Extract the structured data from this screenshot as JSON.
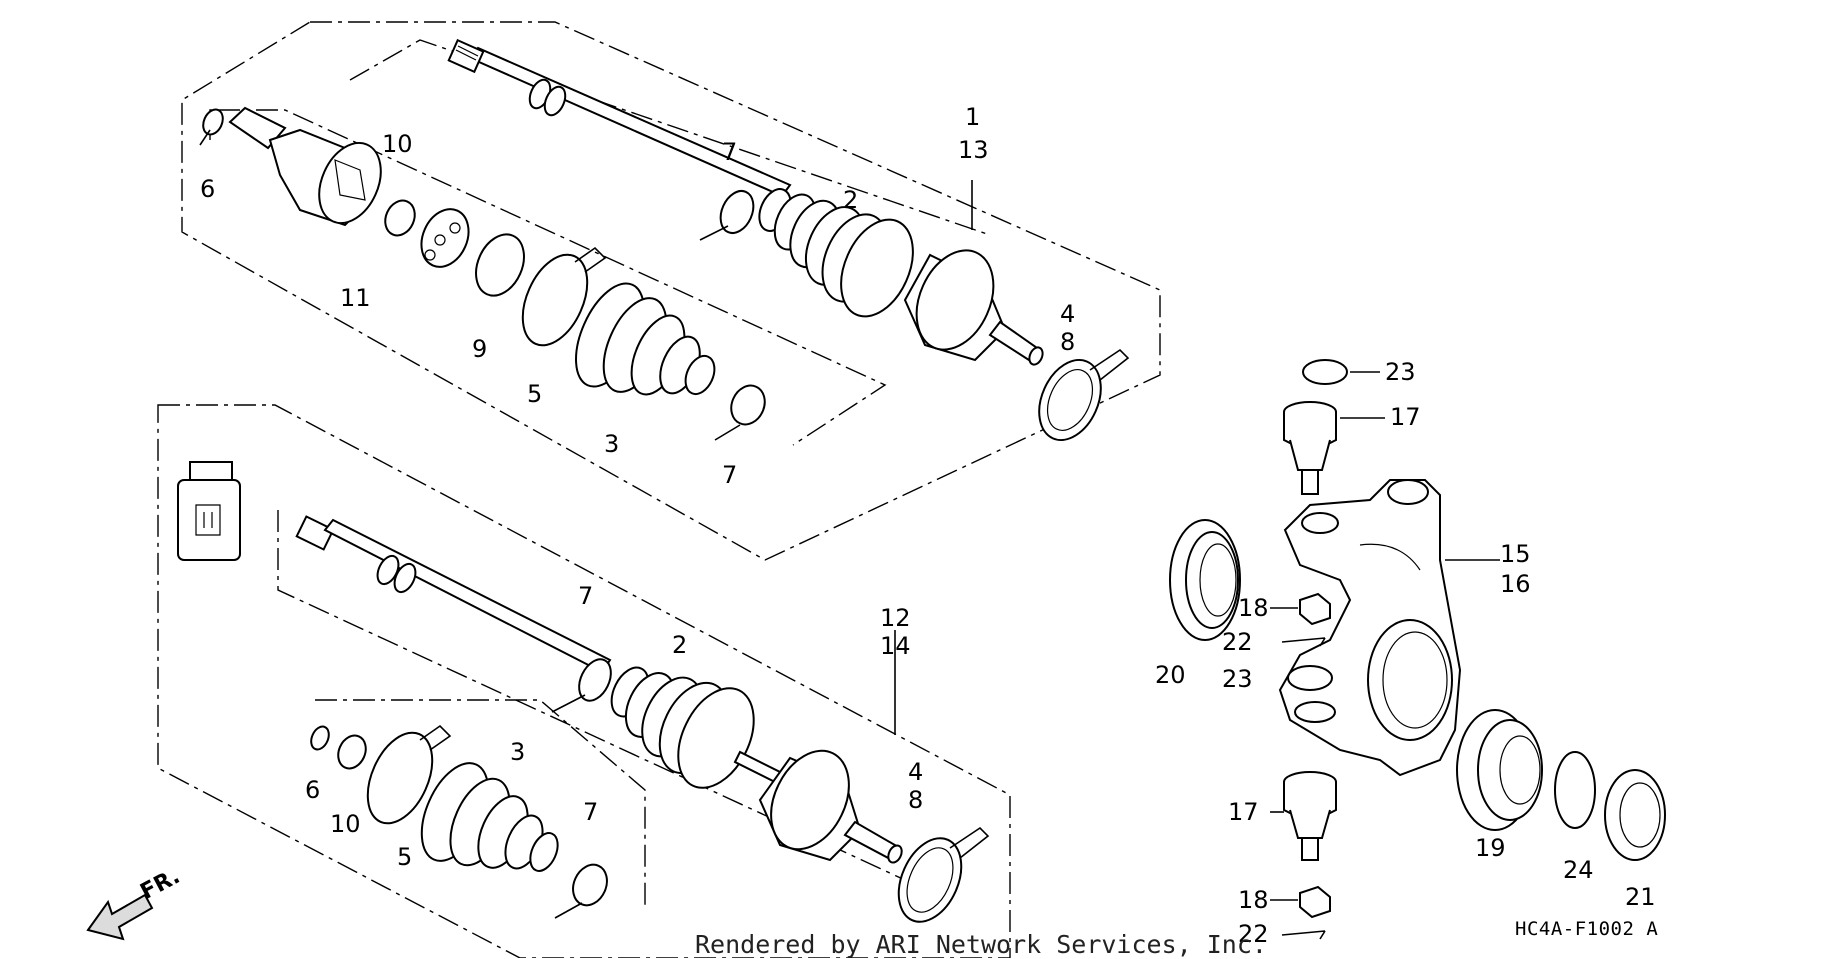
{
  "diagram": {
    "credit": "Rendered by ARI Network Services, Inc.",
    "diagram_code": "HC4A-F1002 A",
    "direction_label": "FR.",
    "callouts": [
      {
        "id": "c1",
        "text": "1"
      },
      {
        "id": "c13",
        "text": "13"
      },
      {
        "id": "c2a",
        "text": "2"
      },
      {
        "id": "c7a",
        "text": "7"
      },
      {
        "id": "c10a",
        "text": "10"
      },
      {
        "id": "c6a",
        "text": "6"
      },
      {
        "id": "c11",
        "text": "11"
      },
      {
        "id": "c9",
        "text": "9"
      },
      {
        "id": "c5a",
        "text": "5"
      },
      {
        "id": "c3a",
        "text": "3"
      },
      {
        "id": "c7b",
        "text": "7"
      },
      {
        "id": "c4a",
        "text": "4"
      },
      {
        "id": "c8a",
        "text": "8"
      },
      {
        "id": "c12",
        "text": "12"
      },
      {
        "id": "c14",
        "text": "14"
      },
      {
        "id": "c7c",
        "text": "7"
      },
      {
        "id": "c2b",
        "text": "2"
      },
      {
        "id": "c3b",
        "text": "3"
      },
      {
        "id": "c6b",
        "text": "6"
      },
      {
        "id": "c10b",
        "text": "10"
      },
      {
        "id": "c5b",
        "text": "5"
      },
      {
        "id": "c7d",
        "text": "7"
      },
      {
        "id": "c4b",
        "text": "4"
      },
      {
        "id": "c8b",
        "text": "8"
      },
      {
        "id": "c23a",
        "text": "23"
      },
      {
        "id": "c17a",
        "text": "17"
      },
      {
        "id": "c15",
        "text": "15"
      },
      {
        "id": "c16",
        "text": "16"
      },
      {
        "id": "c18a",
        "text": "18"
      },
      {
        "id": "c22a",
        "text": "22"
      },
      {
        "id": "c23b",
        "text": "23"
      },
      {
        "id": "c20",
        "text": "20"
      },
      {
        "id": "c17b",
        "text": "17"
      },
      {
        "id": "c18b",
        "text": "18"
      },
      {
        "id": "c22b",
        "text": "22"
      },
      {
        "id": "c19",
        "text": "19"
      },
      {
        "id": "c24",
        "text": "24"
      },
      {
        "id": "c21",
        "text": "21"
      }
    ]
  }
}
